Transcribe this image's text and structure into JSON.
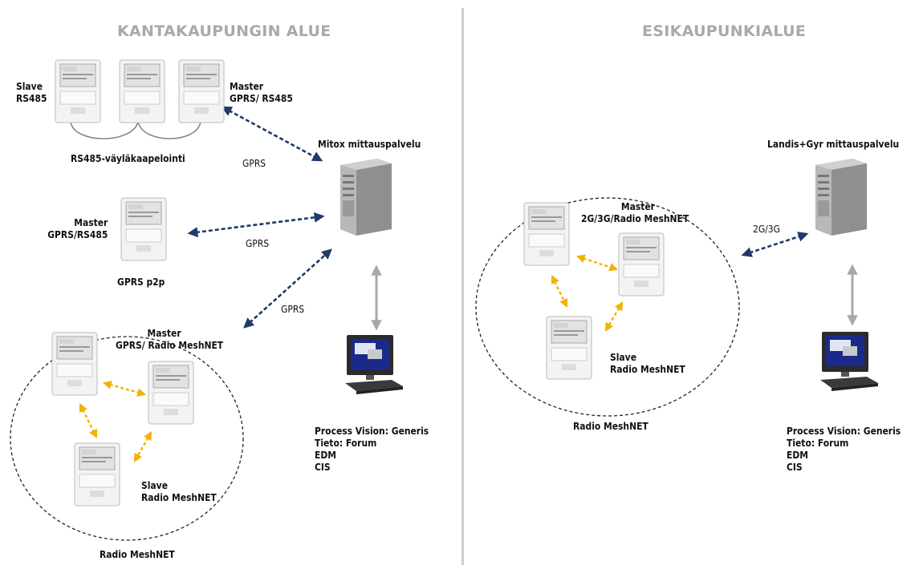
{
  "regions": {
    "left_title": "KANTAKAUPUNGIN ALUE",
    "right_title": "ESIKAUPUNKIALUE"
  },
  "left": {
    "rs485_group": {
      "slave_line1": "Slave",
      "slave_line2": "RS485",
      "master_line1": "Master",
      "master_line2": "GPRS/ RS485",
      "caption": "RS485-väyläkaapelointi",
      "link_label": "GPRS"
    },
    "p2p_group": {
      "master_line1": "Master",
      "master_line2": "GPRS/RS485",
      "caption": "GPRS p2p",
      "link_label": "GPRS"
    },
    "mesh_group": {
      "master_line1": "Master",
      "master_line2": "GPRS/ Radio MeshNET",
      "slave_line1": "Slave",
      "slave_line2": "Radio MeshNET",
      "caption": "Radio MeshNET",
      "link_label": "GPRS"
    },
    "server_label": "Mitox mittauspalvelu",
    "systems": [
      "Process Vision:  Generis",
      "Tieto: Forum",
      "EDM",
      "CIS"
    ]
  },
  "right": {
    "mesh_group": {
      "master_line1": "Master",
      "master_line2": "2G/3G/Radio MeshNET",
      "slave_line1": "Slave",
      "slave_line2": "Radio MeshNET",
      "caption": "Radio MeshNET"
    },
    "link_label": "2G/3G",
    "server_label": "Landis+Gyr mittauspalvelu",
    "systems": [
      "Process Vision:  Generis",
      "Tieto: Forum",
      "EDM",
      "CIS"
    ]
  },
  "colors": {
    "gprs_link": "#1f3a6b",
    "mesh_link": "#f2b200",
    "server_link": "#a8a8a8",
    "region_title": "#a9a9a9"
  }
}
